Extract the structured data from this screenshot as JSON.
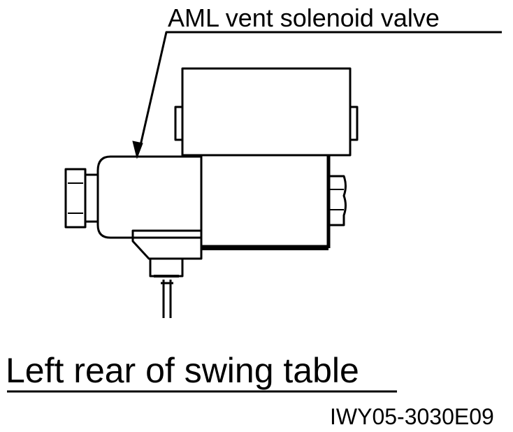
{
  "callout": {
    "label": "AML vent solenoid valve"
  },
  "caption": {
    "text": "Left rear of swing table"
  },
  "figure_id": "IWY05-3030E09",
  "colors": {
    "ink": "#000000",
    "background": "#ffffff"
  }
}
